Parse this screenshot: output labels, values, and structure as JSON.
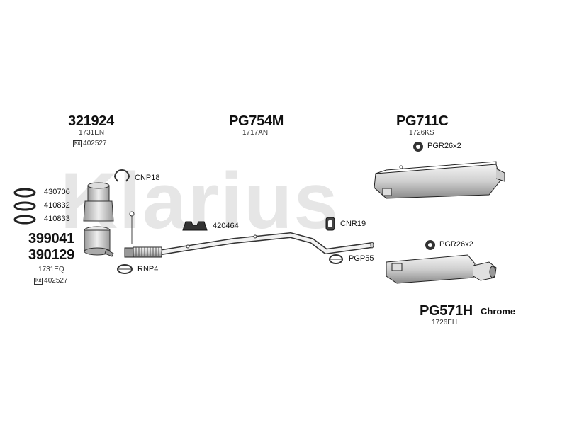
{
  "watermark": "Klarius",
  "groups": {
    "catalyst": {
      "part_number": "321924",
      "ref": "1731EN",
      "kit_icon": "Kit",
      "kit_number": "402527"
    },
    "front_pipe": {
      "part_number": "PG754M",
      "ref": "1717AN"
    },
    "middle_silencer": {
      "part_number": "PG711C",
      "ref": "1726KS"
    },
    "rear_silencer": {
      "part_number": "PG571H",
      "finish": "Chrome",
      "ref": "1726EH"
    },
    "catalyst_alt": {
      "part_number_1": "399041",
      "part_number_2": "390129",
      "ref": "1731EQ",
      "kit_icon": "Kit",
      "kit_number": "402527"
    }
  },
  "parts": {
    "cnp18": "CNP18",
    "gasket_1": "430706",
    "gasket_2": "410832",
    "gasket_3": "410833",
    "rubber_mount": "420464",
    "cnr19": "CNR19",
    "pgr_top": "PGR26x2",
    "pgr_bottom": "PGR26x2",
    "pgp55": "PGP55",
    "rnp4": "RNP4"
  }
}
